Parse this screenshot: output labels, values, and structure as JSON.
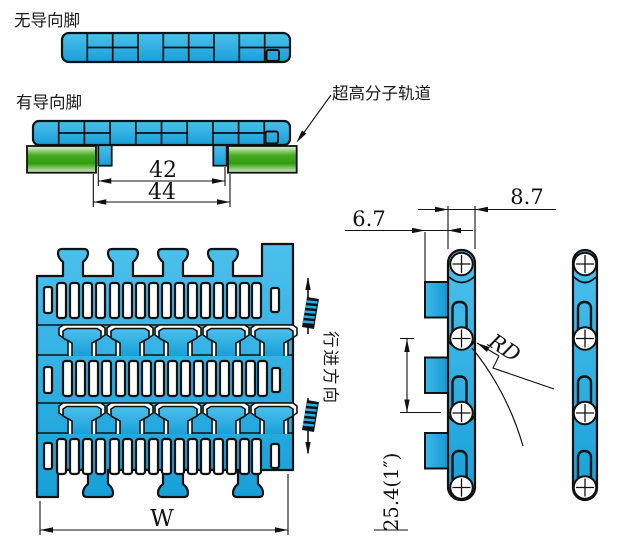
{
  "title_labels": {
    "no_guide": "无导向脚",
    "with_guide": "有导向脚"
  },
  "callout": {
    "track": "超高分子轨道"
  },
  "dims": {
    "d42": "42",
    "d44": "44",
    "d67": "6.7",
    "d87": "8.7",
    "pitch": "25.4(1″)",
    "rd": "RD",
    "width": "W"
  },
  "direction": {
    "label": "行进方向"
  },
  "colors": {
    "belt_blue": "#29ABE2",
    "track_green": "#3FA81C",
    "outline": "#1a1a1a",
    "slot_white": "#ffffff",
    "stripe_blue": "#2AAEE4"
  }
}
